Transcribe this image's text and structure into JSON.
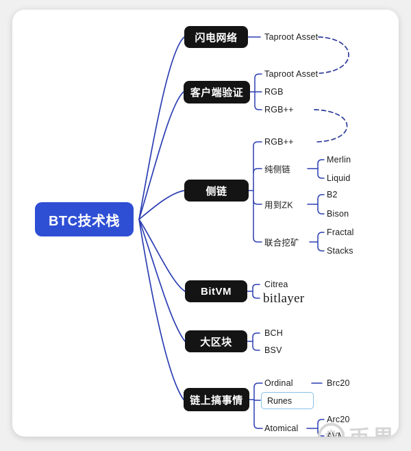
{
  "root": {
    "label": "BTC技术栈"
  },
  "branches": [
    {
      "label": "闪电网络",
      "children": [
        {
          "label": "Taproot Asset"
        }
      ]
    },
    {
      "label": "客户端验证",
      "children": [
        {
          "label": "Taproot Asset"
        },
        {
          "label": "RGB"
        },
        {
          "label": "RGB++"
        }
      ]
    },
    {
      "label": "侧链",
      "children": [
        {
          "label": "RGB++"
        },
        {
          "label": "纯侧链",
          "children": [
            {
              "label": "Merlin"
            },
            {
              "label": "Liquid"
            }
          ]
        },
        {
          "label": "用到ZK",
          "children": [
            {
              "label": "B2"
            },
            {
              "label": "Bison"
            }
          ]
        },
        {
          "label": "联合挖矿",
          "children": [
            {
              "label": "Fractal"
            },
            {
              "label": "Stacks"
            }
          ]
        }
      ]
    },
    {
      "label": "BitVM",
      "children": [
        {
          "label": "Citrea"
        },
        {
          "label": "bitlayer"
        }
      ]
    },
    {
      "label": "大区块",
      "children": [
        {
          "label": "BCH"
        },
        {
          "label": "BSV"
        }
      ]
    },
    {
      "label": "链上搞事情",
      "children": [
        {
          "label": "Ordinal",
          "children": [
            {
              "label": "Brc20"
            }
          ]
        },
        {
          "label": "Runes",
          "selected": true
        },
        {
          "label": "Atomical",
          "children": [
            {
              "label": "Arc20"
            },
            {
              "label": "AVM"
            }
          ]
        }
      ]
    }
  ],
  "dashed_links": [
    {
      "from": "Taproot Asset (闪电网络)",
      "to": "Taproot Asset (客户端验证)"
    },
    {
      "from": "RGB++ (客户端验证)",
      "to": "RGB++ (侧链)"
    }
  ],
  "watermark": {
    "text": "币界网",
    "logo_glyph": "⚙"
  },
  "colors": {
    "canvas_bg": "#f0f0f1",
    "card_bg": "#ffffff",
    "root_bg": "#2e4fd4",
    "node_bg": "#141414",
    "node_text": "#ffffff",
    "leaf_text": "#1a1a1a",
    "line": "#2a3db2",
    "dash": "#2b3a98",
    "runes_border": "#85c2e8",
    "wm": "#d6d6d6"
  }
}
